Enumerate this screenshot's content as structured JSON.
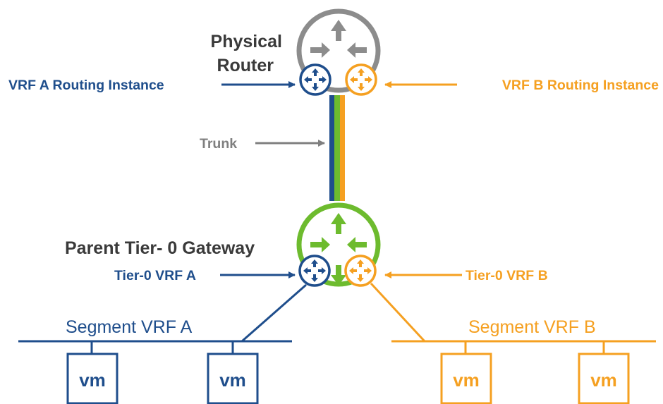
{
  "colors": {
    "vrf_a": "#1f4e8c",
    "vrf_b": "#f5a021",
    "physical": "#8c8c8c",
    "tier0": "#6dbb2e",
    "trunk_label": "#7f7f7f",
    "title": "#3a3a3a"
  },
  "physical_router": {
    "title_line1": "Physical",
    "title_line2": "Router"
  },
  "vrf_a_instance_label": "VRF A Routing Instance",
  "vrf_b_instance_label": "VRF B Routing Instance",
  "trunk_label": "Trunk",
  "tier0_gateway": {
    "title": "Parent Tier- 0 Gateway"
  },
  "tier0_vrf_a_label": "Tier-0 VRF A",
  "tier0_vrf_b_label": "Tier-0 VRF B",
  "segment_a": {
    "label": "Segment VRF A",
    "vms": [
      "vm",
      "vm"
    ]
  },
  "segment_b": {
    "label": "Segment VRF B",
    "vms": [
      "vm",
      "vm"
    ]
  },
  "icons": [
    "router-icon",
    "vrf-router-icon",
    "arrow-icon",
    "vm-icon"
  ]
}
